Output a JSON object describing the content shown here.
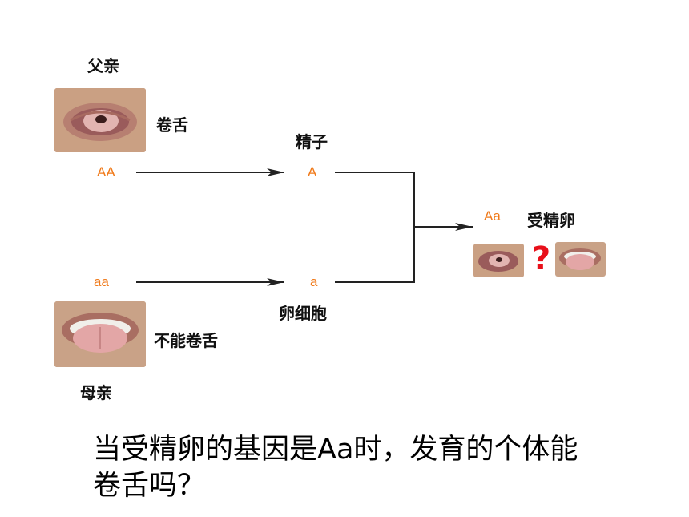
{
  "father": {
    "label": "父亲",
    "trait": "卷舌",
    "genotype": "AA"
  },
  "mother": {
    "label": "母亲",
    "trait": "不能卷舌",
    "genotype": "aa"
  },
  "sperm": {
    "label": "精子",
    "allele": "A"
  },
  "egg": {
    "label": "卵细胞",
    "allele": "a"
  },
  "zygote": {
    "label": "受精卵",
    "genotype": "Aa",
    "unknown_mark": "?"
  },
  "question": {
    "line1": "当受精卵的基因是Aa时，发育的个体能",
    "line2": "卷舌吗？"
  },
  "icons": {
    "father_photo": "rolled-tongue-photo",
    "mother_photo": "flat-tongue-photo"
  },
  "colors": {
    "genotype": "#f07a1a",
    "question_mark": "#e8101a"
  }
}
